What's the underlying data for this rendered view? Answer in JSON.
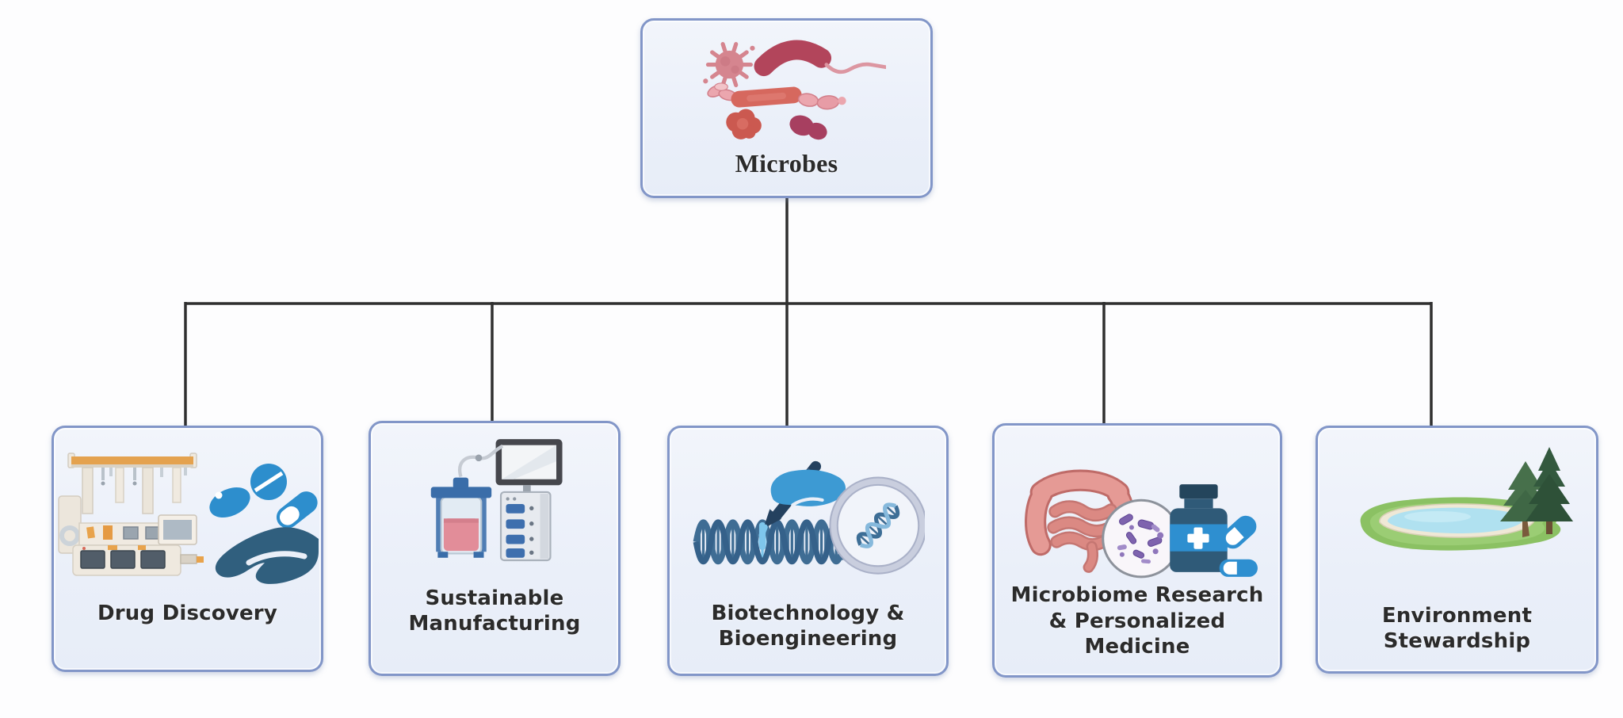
{
  "diagram": {
    "root": {
      "label": "Microbes",
      "icon": "microbes-icon"
    },
    "children": [
      {
        "label": "Drug Discovery",
        "icon": "drug-discovery-icon"
      },
      {
        "label": "Sustainable\nManufacturing",
        "icon": "bioreactor-icon"
      },
      {
        "label": "Biotechnology &\nBioengineering",
        "icon": "dna-editing-icon"
      },
      {
        "label": "Microbiome Research\n& Personalized\nMedicine",
        "icon": "gut-microbiome-icon"
      },
      {
        "label": "Environment\nStewardship",
        "icon": "pond-trees-icon"
      }
    ],
    "colors": {
      "background": "#fdfdfe",
      "node_fill": "#edf1f9",
      "node_border": "#8296c8",
      "connector": "#2f2f2f",
      "label_text": "#2b2b2b",
      "microbe_red": "#b2455b",
      "pill_blue": "#2d8ecd",
      "hand_dark_blue": "#305f7e",
      "hand_light_blue": "#3d9ad3",
      "dna_blue": "#3f6d94",
      "liquid_pink": "#e28d99",
      "intestine_pink": "#e29490",
      "purple_microbe": "#7e63ae",
      "bottle_navy": "#2f5a78",
      "grass_green": "#8bc163",
      "water_blue": "#b0e1f0",
      "tree_green": "#33593e",
      "machine_orange": "#e4a24f",
      "machine_ivory": "#efe9df"
    }
  }
}
